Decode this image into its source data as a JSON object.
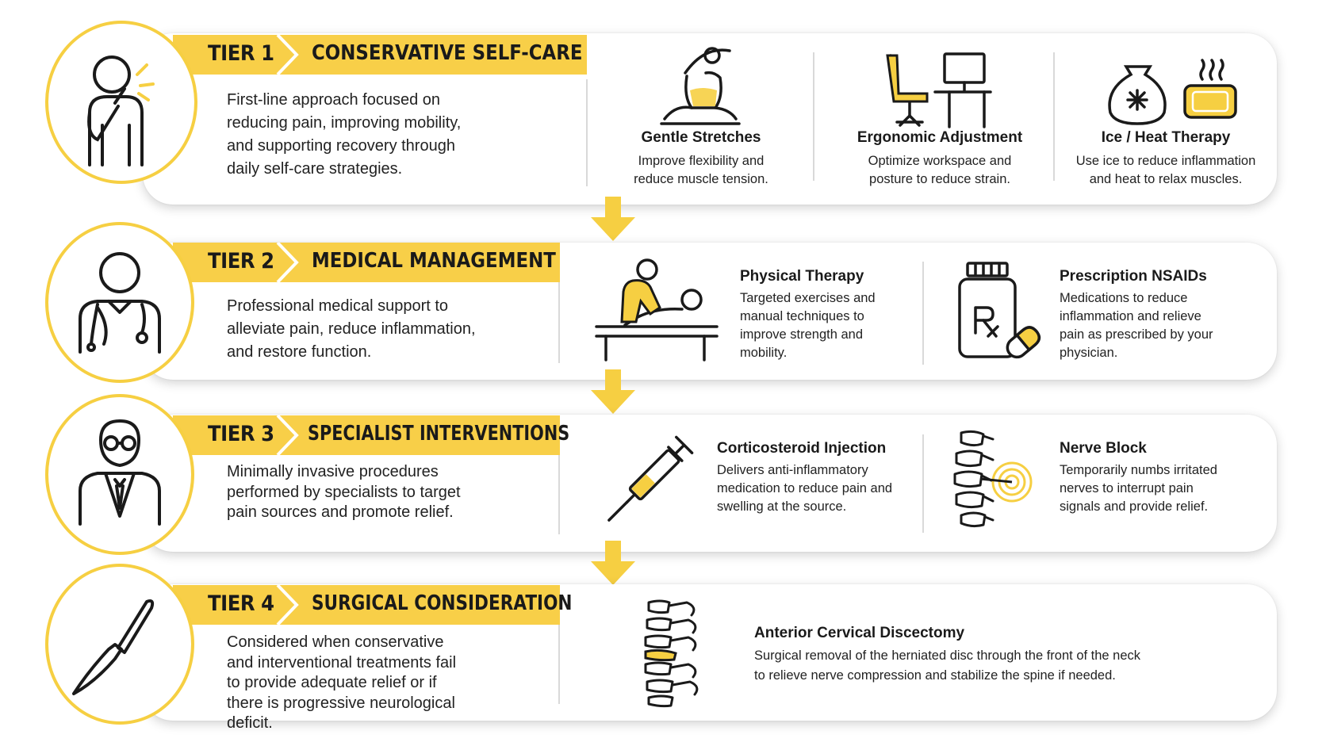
{
  "accent_color": "#f8cf48",
  "tiers": [
    {
      "label": "TIER 1",
      "title": "CONSERVATIVE SELF-CARE",
      "description": "First-line approach focused on reducing pain, improving mobility, and supporting recovery through daily self-care strategies.",
      "icon": "neck-pain-person-icon",
      "options": [
        {
          "name": "Gentle Stretches",
          "text": "Improve flexibility and reduce muscle tension.",
          "icon": "stretching-person-icon"
        },
        {
          "name": "Ergonomic Adjustment",
          "text": "Optimize workspace and posture to reduce strain.",
          "icon": "office-chair-desk-icon"
        },
        {
          "name": "Ice / Heat Therapy",
          "text": "Use ice to reduce inflammation and heat to relax muscles.",
          "icon": "ice-pack-heat-pad-icon"
        }
      ]
    },
    {
      "label": "TIER 2",
      "title": "MEDICAL MANAGEMENT",
      "description": "Professional medical support to alleviate pain, reduce inflammation, and restore function.",
      "icon": "doctor-stethoscope-icon",
      "options": [
        {
          "name": "Physical Therapy",
          "text": "Targeted exercises and manual techniques to improve strength and mobility.",
          "icon": "physical-therapy-icon"
        },
        {
          "name": "Prescription NSAIDs",
          "text": "Medications to reduce inflammation and relieve pain as prescribed by your physician.",
          "icon": "prescription-bottle-icon"
        }
      ]
    },
    {
      "label": "TIER 3",
      "title": "SPECIALIST INTERVENTIONS",
      "description": "Minimally invasive procedures performed by specialists to target pain sources and promote relief.",
      "icon": "specialist-doctor-icon",
      "options": [
        {
          "name": "Corticosteroid Injection",
          "text": "Delivers anti-inflammatory medication to reduce pain and swelling at the source.",
          "icon": "syringe-icon"
        },
        {
          "name": "Nerve Block",
          "text": "Temporarily numbs irritated nerves to interrupt pain signals and provide relief.",
          "icon": "spine-nerve-target-icon"
        }
      ]
    },
    {
      "label": "TIER 4",
      "title": "SURGICAL CONSIDERATION",
      "description": "Considered when conservative and interventional treatments fail to provide adequate relief or if there is progressive neurological deficit.",
      "icon": "scalpel-icon",
      "options": [
        {
          "name": "Anterior Cervical Discectomy",
          "text": "Surgical removal of the herniated disc through the front of the neck to relieve nerve compression and stabilize the spine if needed.",
          "icon": "cervical-spine-icon"
        }
      ]
    }
  ]
}
